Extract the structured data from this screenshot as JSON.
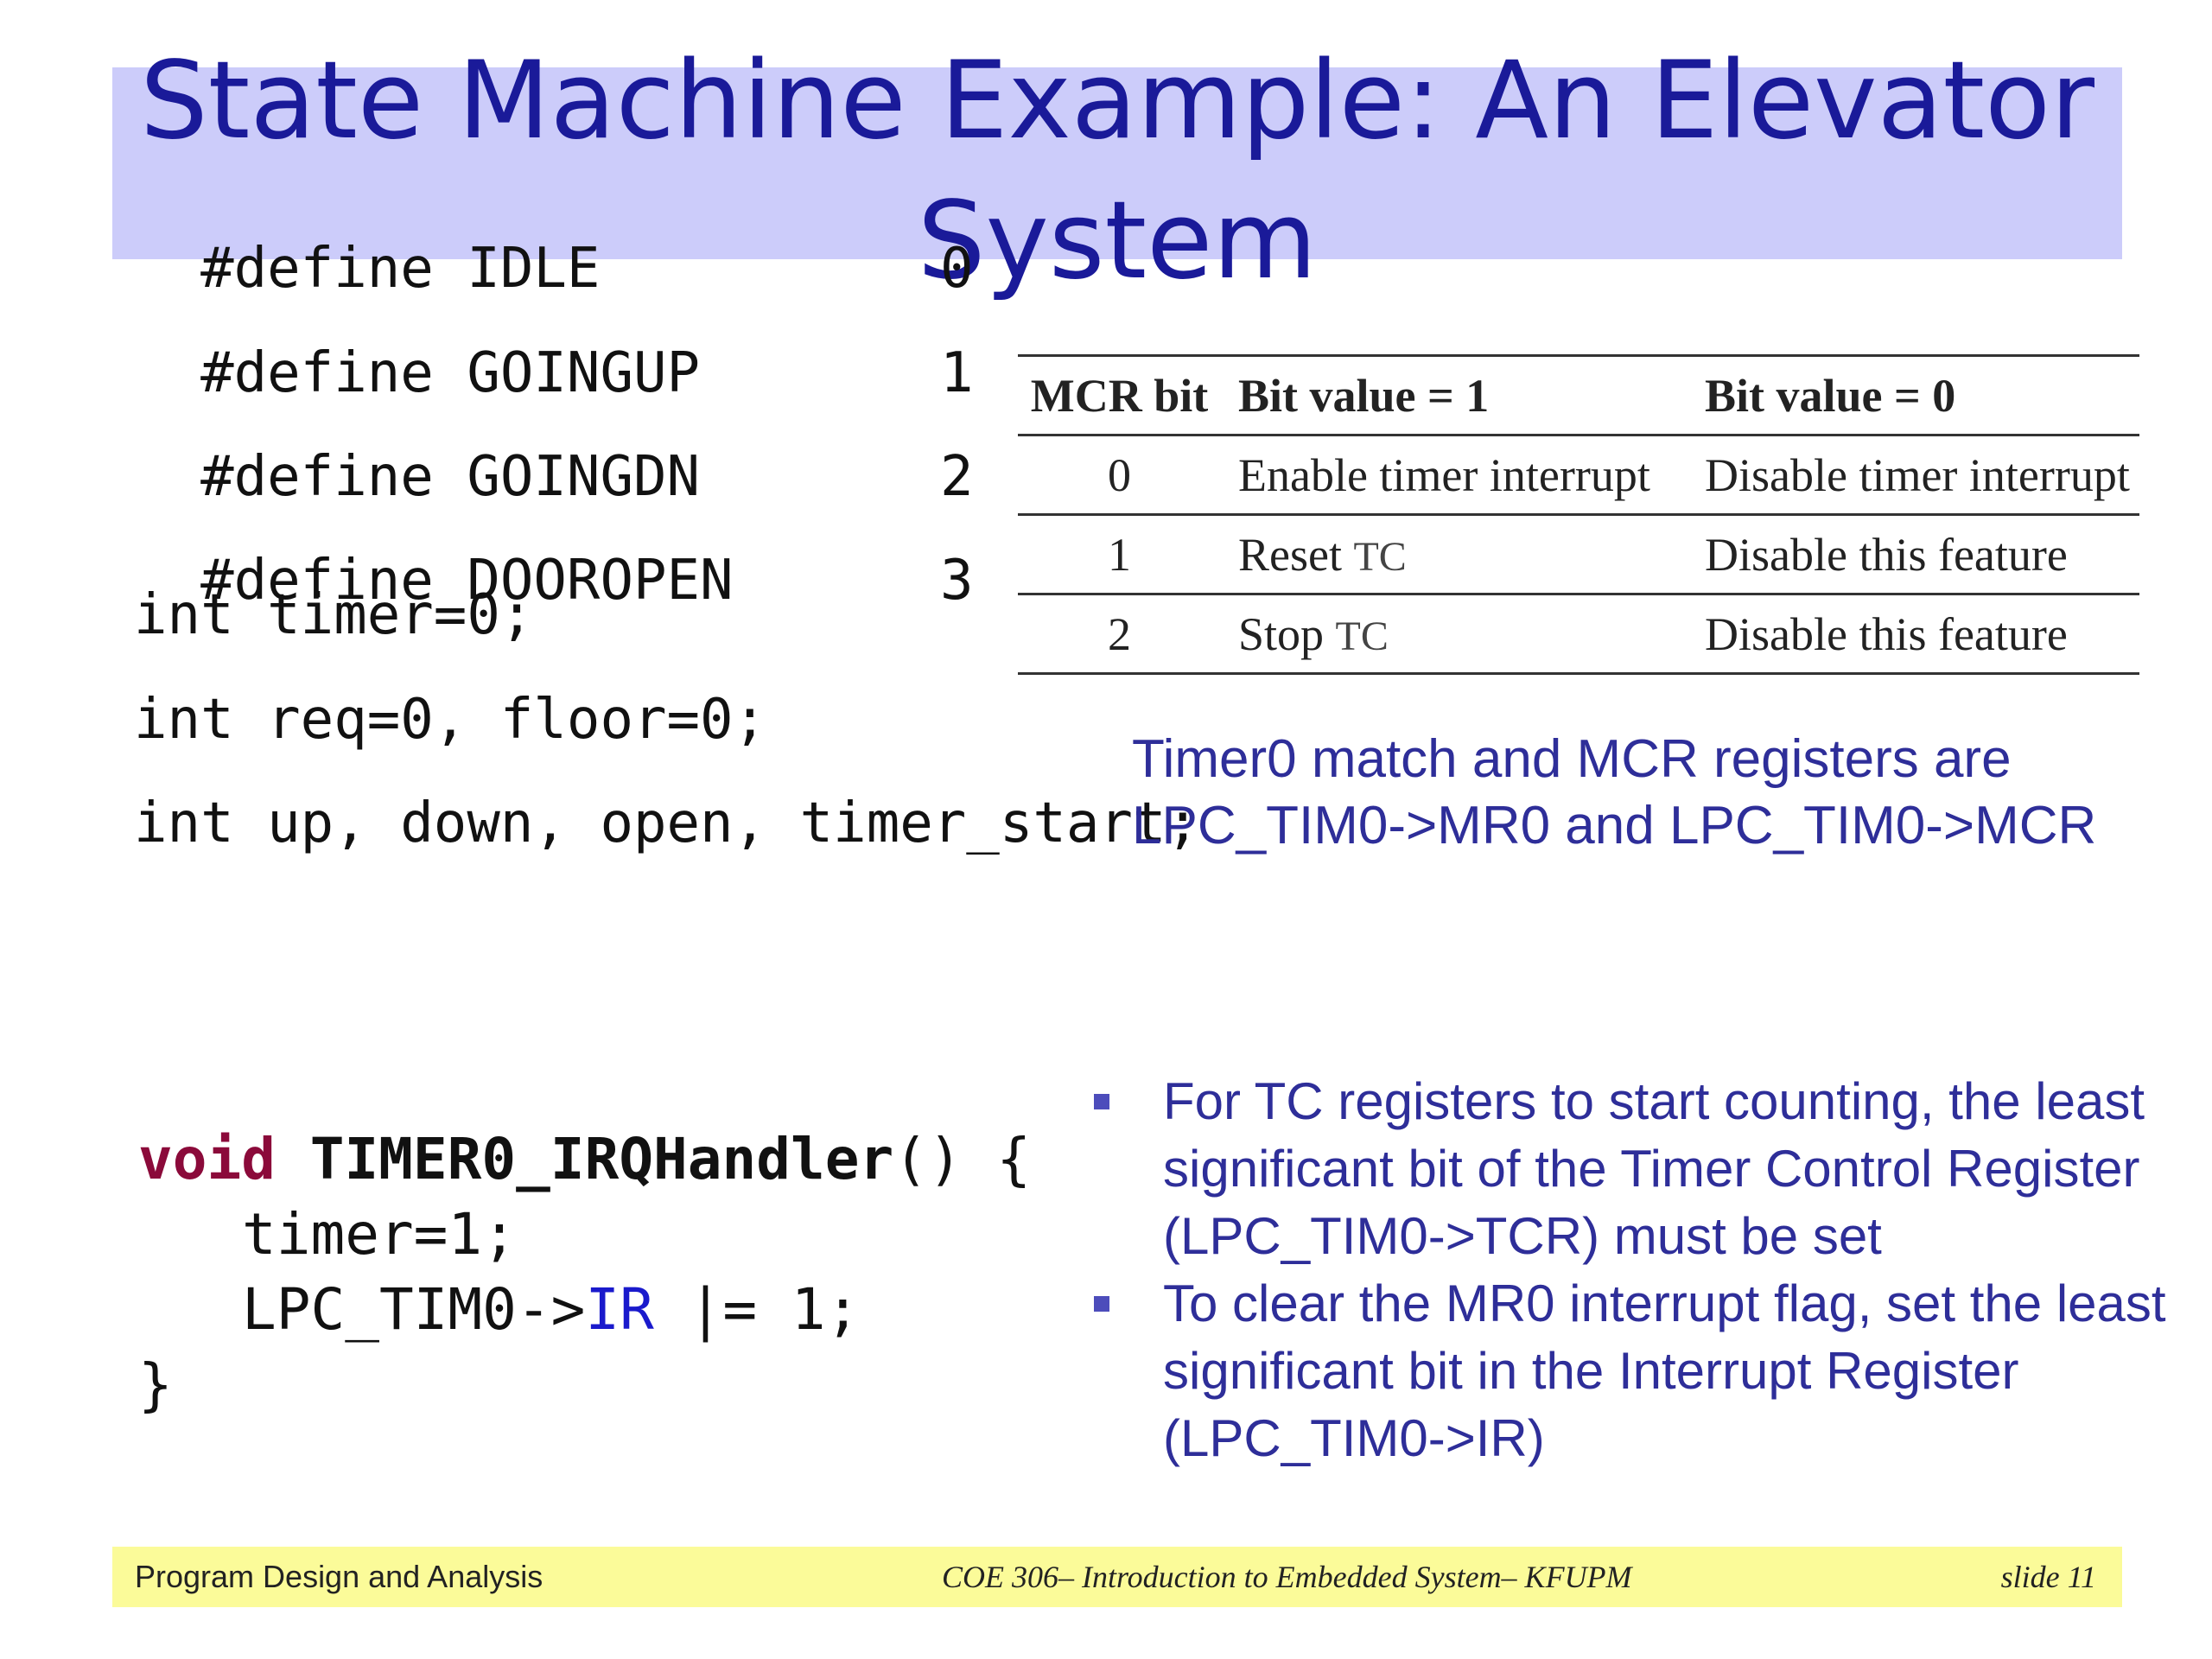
{
  "title": "State Machine Example: An Elevator System",
  "defines": [
    {
      "text": "#define IDLE",
      "value": "0"
    },
    {
      "text": "#define GOINGUP",
      "value": "1"
    },
    {
      "text": "#define GOINGDN",
      "value": "2"
    },
    {
      "text": "#define DOOROPEN",
      "value": "3"
    }
  ],
  "declarations": [
    "int timer=0;",
    "int req=0, floor=0;",
    "int up, down, open, timer_start;"
  ],
  "mcr_table": {
    "headers": [
      "MCR bit",
      "Bit value = 1",
      "Bit value = 0"
    ],
    "rows": [
      {
        "bit": "0",
        "set": "Enable timer interrupt",
        "set_tc": "",
        "clear": "Disable timer interrupt"
      },
      {
        "bit": "1",
        "set": "Reset",
        "set_tc": "TC",
        "clear": "Disable this feature"
      },
      {
        "bit": "2",
        "set": "Stop",
        "set_tc": "TC",
        "clear": "Disable this feature"
      }
    ]
  },
  "note": {
    "line1": "Timer0 match and MCR registers are",
    "line2": "LPC_TIM0->MR0 and LPC_TIM0->MCR"
  },
  "handler": {
    "keyword": "void",
    "name": "TIMER0_IRQHandler",
    "open": "() {",
    "line1": "timer=1;",
    "line2_prefix": "LPC_TIM0->",
    "line2_field": "IR",
    "line2_suffix": " |= 1;",
    "close": "}"
  },
  "bullets": [
    "For TC registers to start counting, the least  significant bit of the Timer Control Register (LPC_TIM0->TCR) must be set",
    "To clear the MR0 interrupt flag, set the least significant bit in the Interrupt Register (LPC_TIM0->IR)"
  ],
  "footer": {
    "left": "Program Design and Analysis",
    "center": "COE 306– Introduction to Embedded System– KFUPM",
    "right": "slide 11"
  }
}
